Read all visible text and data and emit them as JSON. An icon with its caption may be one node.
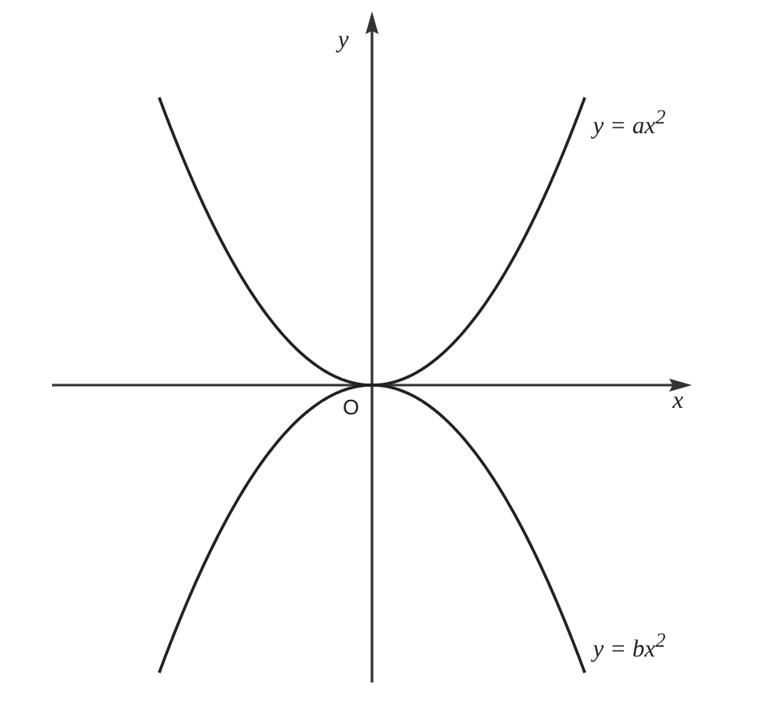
{
  "diagram": {
    "labels": [
      "y",
      "y = ax$^{2}$",
      "x",
      "O",
      "y = bx$^{2}$"
    ]
  }
}
